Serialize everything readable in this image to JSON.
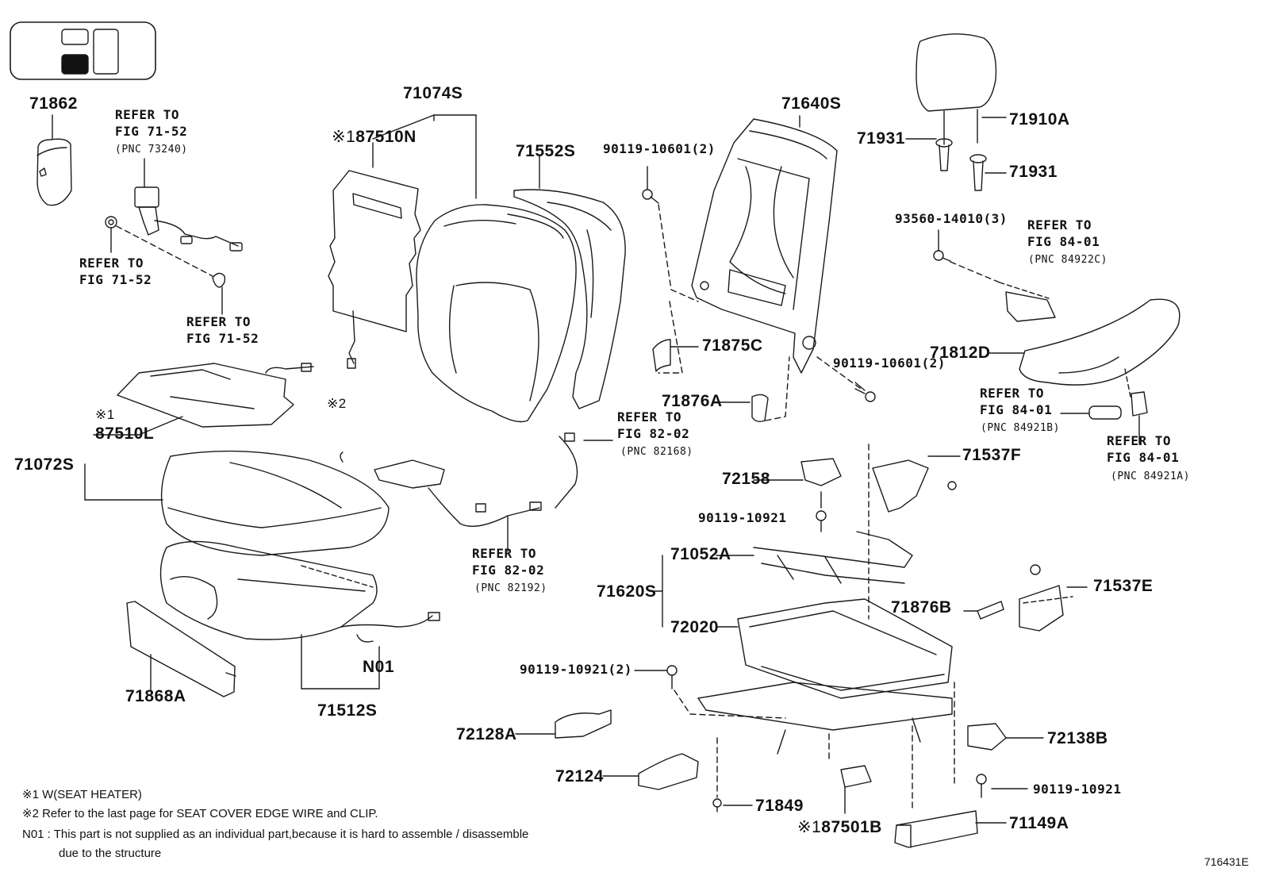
{
  "diagram_id": "716431E",
  "part_labels": {
    "p71862": "71862",
    "p71074S": "71074S",
    "p87510N": "87510N",
    "p71552S": "71552S",
    "p71640S": "71640S",
    "p71910A": "71910A",
    "p71931a": "71931",
    "p71931b": "71931",
    "p93560": "93560-14010(3)",
    "p90119_10601_2a": "90119-10601(2)",
    "p90119_10601_2b": "90119-10601(2)",
    "p71875C": "71875C",
    "p71876A": "71876A",
    "p71812D": "71812D",
    "p87510L": "87510L",
    "p71072S": "71072S",
    "p72158": "72158",
    "p71537F": "71537F",
    "p90119_10921a": "90119-10921",
    "p71052A": "71052A",
    "p71620S": "71620S",
    "p72020": "72020",
    "p71876B": "71876B",
    "p71537E": "71537E",
    "p90119_10921_2": "90119-10921(2)",
    "pN01": "N01",
    "p71868A": "71868A",
    "p71512S": "71512S",
    "p72128A": "72128A",
    "p72124": "72124",
    "p72138B": "72138B",
    "p90119_10921b": "90119-10921",
    "p71849": "71849",
    "p87501B": "87501B",
    "p71149A": "71149A"
  },
  "reference_notes": {
    "r1_l1": "REFER TO",
    "r1_l2": "FIG 71-52",
    "r1_l3": "(PNC 73240)",
    "r2_l1": "REFER TO",
    "r2_l2": "FIG 71-52",
    "r3_l1": "REFER TO",
    "r3_l2": "FIG 71-52",
    "r4_l1": "REFER TO",
    "r4_l2": "FIG 84-01",
    "r4_l3": "(PNC 84922C)",
    "r5_l1": "REFER TO",
    "r5_l2": "FIG 82-02",
    "r5_l3": "(PNC 82168)",
    "r6_l1": "REFER TO",
    "r6_l2": "FIG 84-01",
    "r6_l3": "(PNC 84921B)",
    "r7_l1": "REFER TO",
    "r7_l2": "FIG 84-01",
    "r7_l3": "(PNC 84921A)",
    "r8_l1": "REFER TO",
    "r8_l2": "FIG 82-02",
    "r8_l3": "(PNC 82192)"
  },
  "markers": {
    "m1": "※1",
    "m2": "※2"
  },
  "footnotes": {
    "f1": "※1  W(SEAT  HEATER)",
    "f2": "※2   Refer to the last page for SEAT COVER EDGE WIRE and CLIP.",
    "f3": "N01 :  This part is not supplied as an individual part,because it is hard to assemble / disassemble",
    "f4": "due to the structure"
  }
}
